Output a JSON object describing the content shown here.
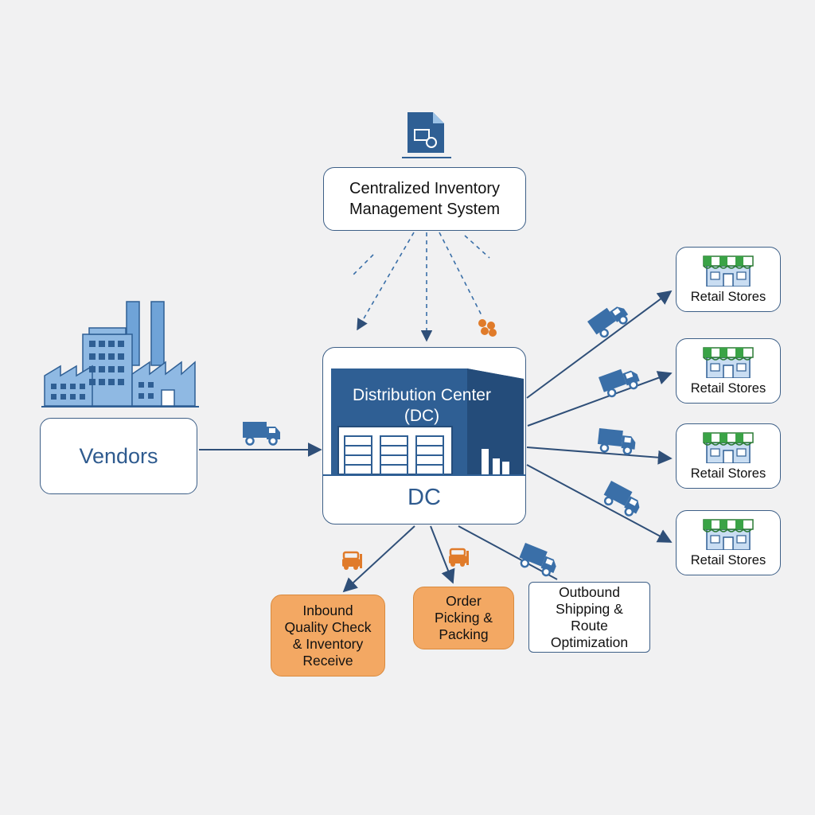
{
  "system": {
    "label_line1": "Centralized Inventory",
    "label_line2": "Management System",
    "icon": "document-settings-icon"
  },
  "vendors": {
    "label": "Vendors",
    "icon": "factory-icon"
  },
  "dc": {
    "building_title_line1": "Distribution Center",
    "building_title_line2": "(DC)",
    "label": "DC",
    "icon": "warehouse-icon"
  },
  "stores": [
    {
      "label": "Retail Stores",
      "icon": "storefront-icon"
    },
    {
      "label": "Retail Stores",
      "icon": "storefront-icon"
    },
    {
      "label": "Retail Stores",
      "icon": "storefront-icon"
    },
    {
      "label": "Retail Stores",
      "icon": "storefront-icon"
    }
  ],
  "steps": [
    {
      "lines": [
        "Inbound",
        "Quality Check",
        "& Inventory",
        "Receive"
      ],
      "icon": "forklift-icon"
    },
    {
      "lines": [
        "Order",
        "Picking &",
        "Packing"
      ],
      "icon": "forklift-icon"
    },
    {
      "lines": [
        "Outbound",
        "Shipping &",
        "Route Optimization"
      ]
    }
  ],
  "colors": {
    "primary_blue": "#2f5f94",
    "light_blue": "#8fb9e3",
    "orange": "#f3a863",
    "green_awning": "#3aa346",
    "arrow": "#2f4f78"
  }
}
